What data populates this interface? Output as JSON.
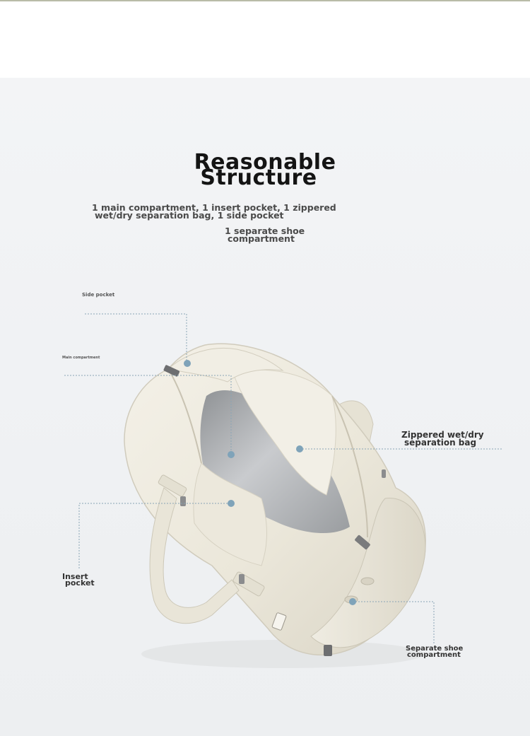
{
  "heading": {
    "line1": "Reasonable",
    "line2": "Structure"
  },
  "description": {
    "line1": "1 main compartment, 1 insert pocket, 1 zippered",
    "line2": "wet/dry separation bag, 1 side pocket",
    "line3": "1 separate shoe",
    "line4": "compartment"
  },
  "callouts": {
    "side_pocket": "Side pocket",
    "main_compartment": "Main compartment",
    "zippered_line1": "Zippered wet/dry",
    "zippered_line2": "separation bag",
    "insert_line1": "Insert",
    "insert_line2": "pocket",
    "shoe_line1": "Separate shoe",
    "shoe_line2": "compartment"
  },
  "colors": {
    "bag": "#ece8db",
    "lining": "#b7b9bc",
    "marker": "#7fa3b9",
    "leader_line": "#8aa5b6"
  }
}
